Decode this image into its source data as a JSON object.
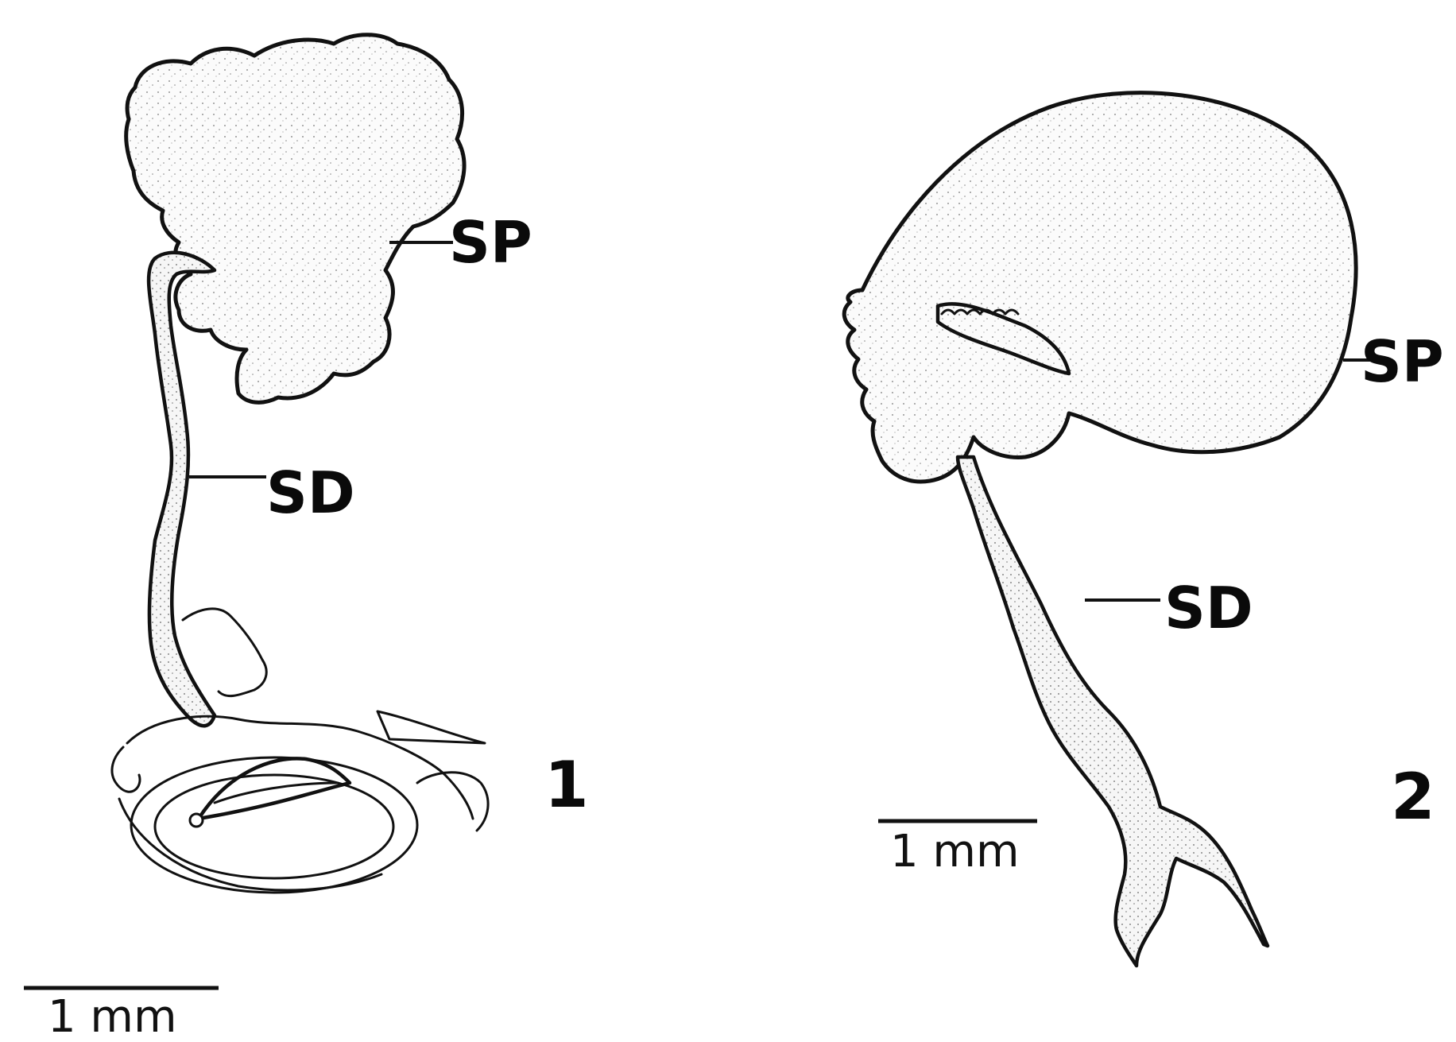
{
  "figure_1": {
    "number": "1",
    "label_sp": "SP",
    "label_sd": "SD",
    "scale_text": "1 mm"
  },
  "figure_2": {
    "number": "2",
    "label_sp": "SP",
    "label_sd": "SD",
    "scale_text": "1 mm"
  },
  "colors": {
    "ink": "#111111",
    "background": "#ffffff"
  }
}
